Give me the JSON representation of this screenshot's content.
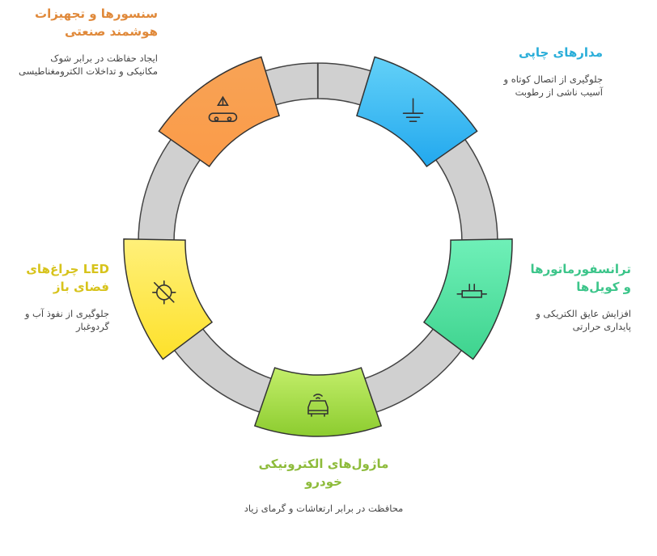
{
  "ring_color": "#d0d0d0",
  "items": [
    {
      "title": "سنسورها و تجهیزات هوشمند صنعتی",
      "desc": "ایجاد حفاظت در برابر شوک مکانیکی و تداخلات الکترومغناطیسی",
      "color": "#e0893a",
      "fill_top": "#f7a356",
      "fill_bottom": "#fb9b48",
      "icon": "warning-motor-icon"
    },
    {
      "title": "مدارهای چاپی",
      "desc": "جلوگیری از اتصال کوتاه و آسیب ناشی از رطوبت",
      "color": "#2aaed9",
      "fill_top": "#63d1f8",
      "fill_bottom": "#22a8ee",
      "icon": "ground-icon"
    },
    {
      "title": "ترانسفورماتورها و کویل‌ها",
      "desc": "افزایش عایق الکتریکی و پایداری حرارتی",
      "color": "#3cc58a",
      "fill_top": "#6ff0b8",
      "fill_bottom": "#3ed38e",
      "icon": "transformer-icon"
    },
    {
      "title": "ماژول‌های الکترونیکی خودرو",
      "desc": "محافظت در برابر ارتعاشات و گرمای زیاد",
      "color": "#8dbb3a",
      "fill_top": "#c3ee6a",
      "fill_bottom": "#8ccc2f",
      "icon": "car-signal-icon"
    },
    {
      "title": "LED چراغ‌های فضای باز",
      "desc": "جلوگیری از نفوذ آب و گردوغبار",
      "color": "#d7c31c",
      "fill_top": "#fff07a",
      "fill_bottom": "#fde12a",
      "icon": "light-off-icon"
    }
  ]
}
